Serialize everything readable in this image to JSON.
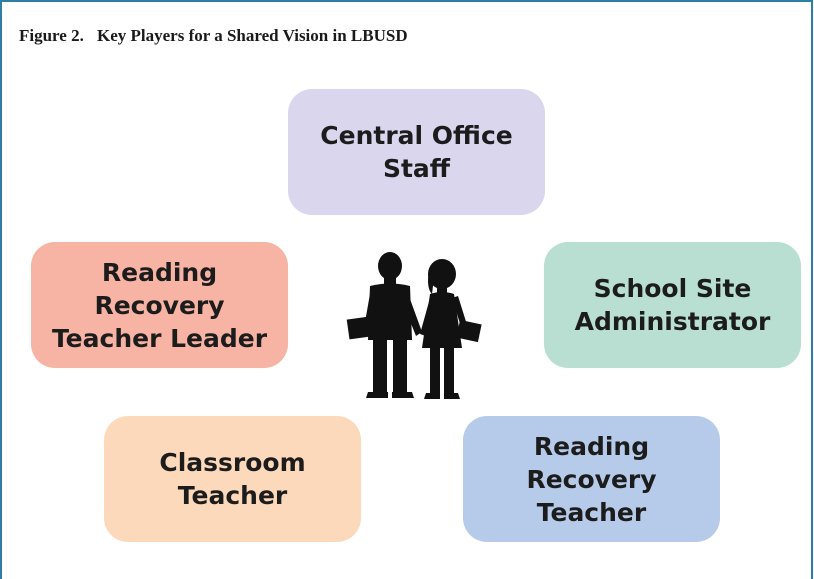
{
  "figure": {
    "number": "Figure 2.",
    "title": "Key Players for a Shared Vision in LBUSD"
  },
  "nodes": {
    "central_office": {
      "label": "Central Office\nStaff",
      "color": "#d9d6ee"
    },
    "rr_teacher_leader": {
      "label": "Reading\nRecovery\nTeacher Leader",
      "color": "#f7b3a3"
    },
    "school_site_admin": {
      "label": "School Site\nAdministrator",
      "color": "#b8dfd2"
    },
    "classroom_teacher": {
      "label": "Classroom\nTeacher",
      "color": "#fcd9ba"
    },
    "rr_teacher": {
      "label": "Reading\nRecovery\nTeacher",
      "color": "#b6cbea"
    }
  },
  "center_icon": "two-people-holding-hands-icon",
  "colors": {
    "frame_border": "#2e7fa6",
    "icon_fill": "#111111"
  }
}
